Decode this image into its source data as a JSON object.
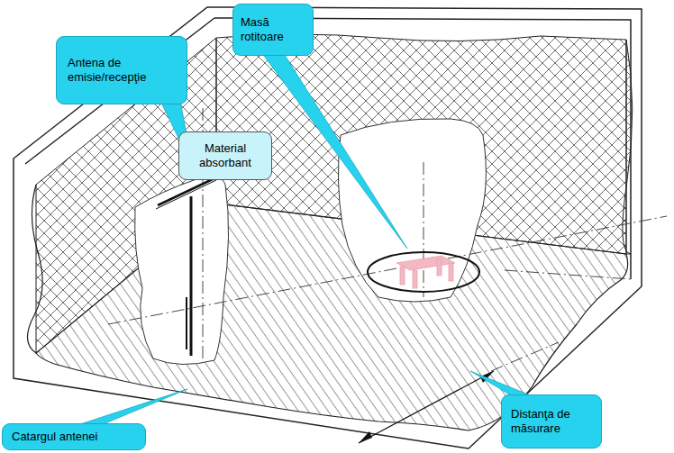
{
  "diagram": {
    "nodes": [
      {
        "text": [
          "Masă rotitoare"
        ]
      },
      {
        "text": [
          "Antena de emisie/recepţie"
        ]
      },
      {
        "text": [
          "Material absorbant"
        ]
      },
      {
        "text": [
          "Distanţa de măsurare"
        ]
      },
      {
        "text": [
          "Catargul antenei"
        ]
      }
    ]
  }
}
